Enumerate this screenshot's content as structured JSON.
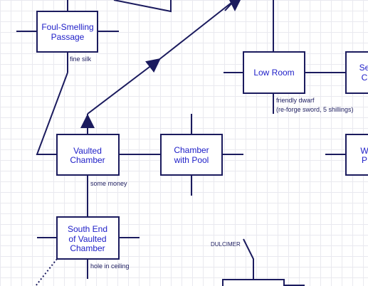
{
  "colors": {
    "line": "#1b1b5e",
    "room_text": "#2020c8",
    "grid": "#e9e9ef"
  },
  "rooms": {
    "foul_smelling_passage": [
      "Foul-Smelling",
      "Passage"
    ],
    "low_room": [
      "Low Room"
    ],
    "vaulted_chamber": [
      "Vaulted",
      "Chamber"
    ],
    "chamber_with_pool": [
      "Chamber",
      "with Pool"
    ],
    "south_end_of_vaulted_chamber": [
      "South End",
      "of Vaulted",
      "Chamber"
    ],
    "partial_right_top": [
      "Se",
      "C"
    ],
    "partial_right_mid": [
      "W",
      "P"
    ]
  },
  "notes": {
    "fine_silk": "fine silk",
    "friendly_dwarf": "friendly dwarf",
    "reforge": "(re-forge sword, 5 shillings)",
    "some_money": "some money",
    "hole_in_ceiling": "hole in ceiling",
    "dulcimer": "DULCIMER"
  }
}
